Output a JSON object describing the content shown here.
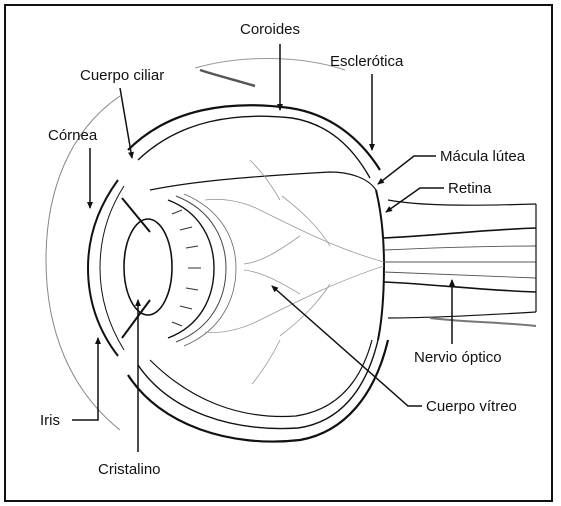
{
  "diagram": {
    "labels": {
      "coroides": "Coroides",
      "cuerpo_ciliar": "Cuerpo ciliar",
      "esclerotica": "Esclerótica",
      "cornea": "Córnea",
      "macula_lutea": "Mácula lútea",
      "retina": "Retina",
      "nervio_optico": "Nervio óptico",
      "cuerpo_vitreo": "Cuerpo vítreo",
      "iris": "Iris",
      "cristalino": "Cristalino"
    },
    "colors": {
      "ink": "#111111",
      "line_gray": "#555555",
      "vessel_gray": "#9a9a9a",
      "background": "#ffffff"
    }
  }
}
